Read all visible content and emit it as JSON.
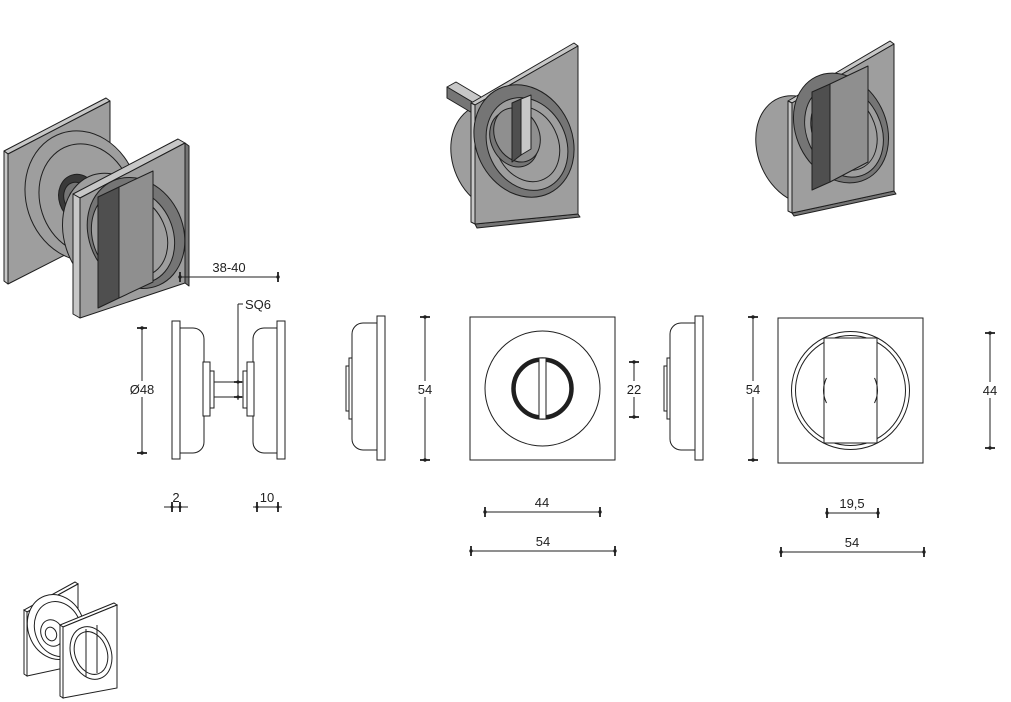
{
  "colors": {
    "line": "#1f1f1f",
    "background": "#ffffff",
    "metal_light": "#c7c7c7",
    "metal_mid": "#9e9e9e",
    "metal_mid2": "#8f8f8f",
    "metal_shadow": "#757575",
    "metal_dark": "#4f4f4f",
    "metal_darkest": "#3a3a3a"
  },
  "dims": {
    "door_thickness": "38-40",
    "spindle": "SQ6",
    "rose_diameter": "Ø48",
    "rose_plate_thickness": "2",
    "cup_depth": "10",
    "side_height_turn": "54",
    "turn_knob_height": "22",
    "recess_diameter": "44",
    "plate_width_turn": "54",
    "side_height_pull": "54",
    "grip_bar_width": "19,5",
    "plate_width_pull": "54",
    "pull_recess_height": "44"
  }
}
